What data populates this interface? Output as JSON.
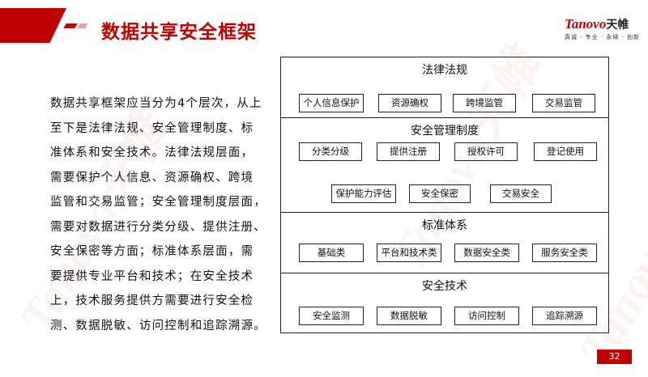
{
  "header": {
    "title": "数据共享安全框架",
    "logo_brand": "Tanovo",
    "logo_cn": "天帷",
    "logo_tagline": "真诚 · 专业 · 永续 · 创新"
  },
  "body_lines": [
    "数据共享框架应当分为4个层次，从上",
    "至下是法律法规、安全管理制度、标",
    "准体系和安全技术。法律法规层面，",
    "需要保护个人信息、资源确权、跨境",
    "监管和交易监管；安全管理制度层面，",
    "需要对数据进行分类分级、提供注册、",
    "安全保密等方面；标准体系层面，需",
    "要提供专业平台和技术；在安全技术",
    "上，技术服务提供方需要进行安全检",
    "测、数据脱敏、访问控制和追踪溯源。"
  ],
  "diagram": {
    "sections": [
      {
        "title": "法律法规",
        "items": [
          "个人信息保护",
          "资源确权",
          "跨境监管",
          "交易监管"
        ]
      },
      {
        "title": "安全管理制度",
        "items": [
          "分类分级",
          "提供注册",
          "授权许可",
          "登记使用",
          "保护能力评估",
          "安全保密",
          "交易安全"
        ]
      },
      {
        "title": "标准体系",
        "items": [
          "基础类",
          "平台和技术类",
          "数据安全类",
          "服务安全类"
        ]
      },
      {
        "title": "安全技术",
        "items": [
          "安全监测",
          "数据脱敏",
          "访问控制",
          "追踪溯源"
        ]
      }
    ]
  },
  "page_number": "32",
  "colors": {
    "accent": "#c00000"
  }
}
